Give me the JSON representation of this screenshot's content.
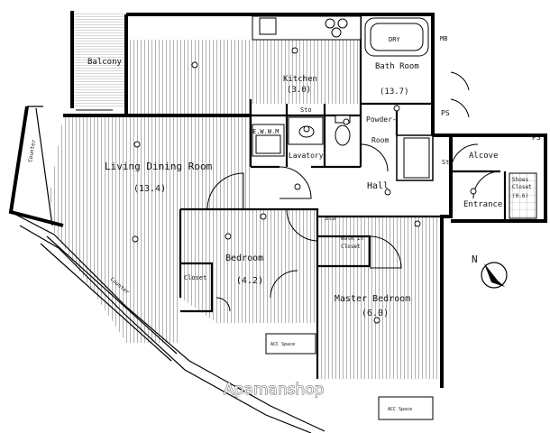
{
  "rooms": {
    "balcony": "Balcony",
    "kitchen": "Kitchen",
    "kitchen_size": "(3.0)",
    "bath": "Bath Room",
    "bath_size": "(13.7)",
    "powder": "Powder-",
    "powder2": "Room",
    "lavatory": "Lavatory",
    "ewwm": "E.W.W.M",
    "sto1": "Sto",
    "sto2": "Sto",
    "sto3": "Sto",
    "living": "Living Dining Room",
    "living_size": "(13.4)",
    "hall": "Hall",
    "alcove": "Alcove",
    "entrance": "Entrance",
    "shoes": "Shoes",
    "shoes2": "Closet",
    "shoes_size": "(0.6)",
    "bedroom": "Bedroom",
    "bedroom_size": "(4.2)",
    "closet": "Closet",
    "walkin1": "Walk In",
    "walkin2": "Closet",
    "master": "Master Bedroom",
    "master_size": "(6.0)",
    "counter1": "Counter",
    "counter2": "Counter",
    "acc1": "ACC Space",
    "acc2": "ACC Space",
    "mb": "MB",
    "ps1": "PS",
    "ps2": "PS",
    "dry": "DRY",
    "north": "N"
  },
  "watermark": "Apamanshop"
}
